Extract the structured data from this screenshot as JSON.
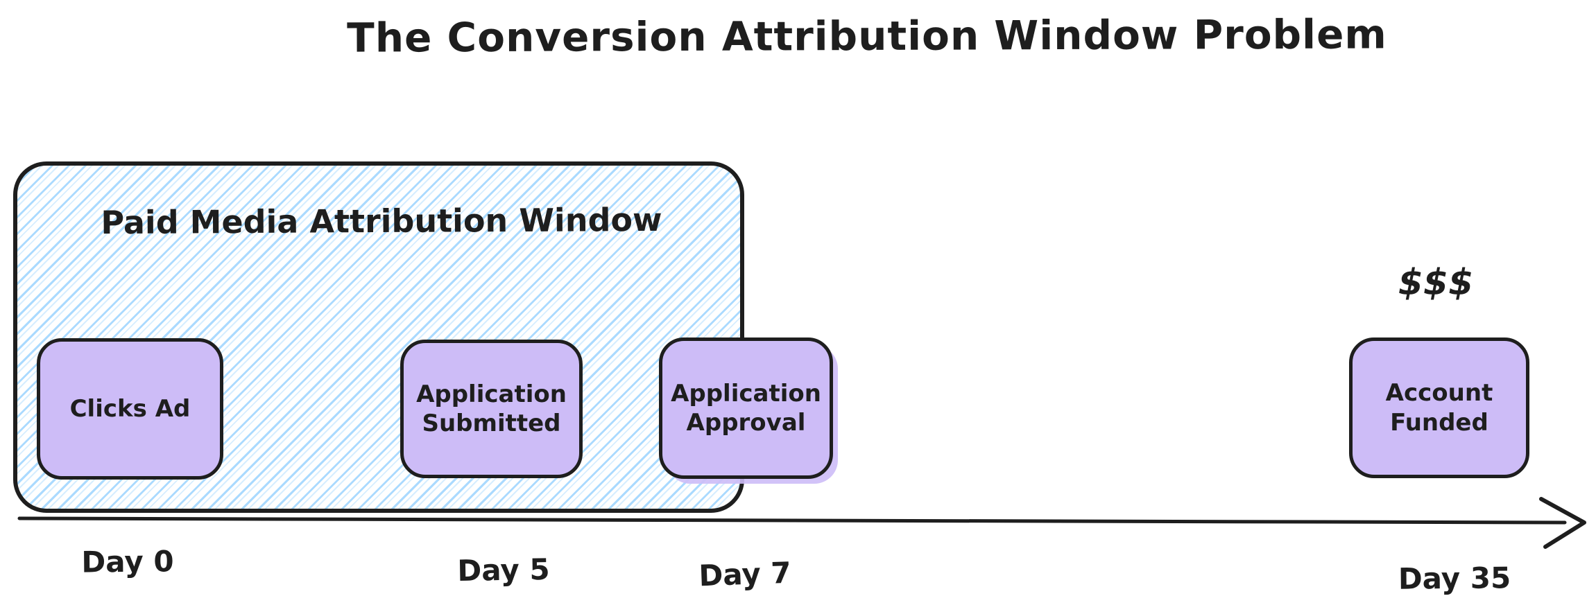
{
  "title": "The Conversion Attribution Window Problem",
  "attribution_window": {
    "label": "Paid Media Attribution Window"
  },
  "events": [
    {
      "label": "Clicks Ad",
      "day_label": "Day 0",
      "in_window": true
    },
    {
      "label": "Application Submitted",
      "day_label": "Day 5",
      "in_window": true
    },
    {
      "label": "Application Approval",
      "day_label": "Day 7",
      "in_window": "partially"
    },
    {
      "label": "Account Funded",
      "day_label": "Day 35",
      "in_window": false,
      "annotation": "$$$"
    }
  ],
  "colors": {
    "stroke": "#1e1e1e",
    "event_fill": "#cdbcf7",
    "window_hatch_blue": "#a5d8ff",
    "background": "#ffffff"
  }
}
